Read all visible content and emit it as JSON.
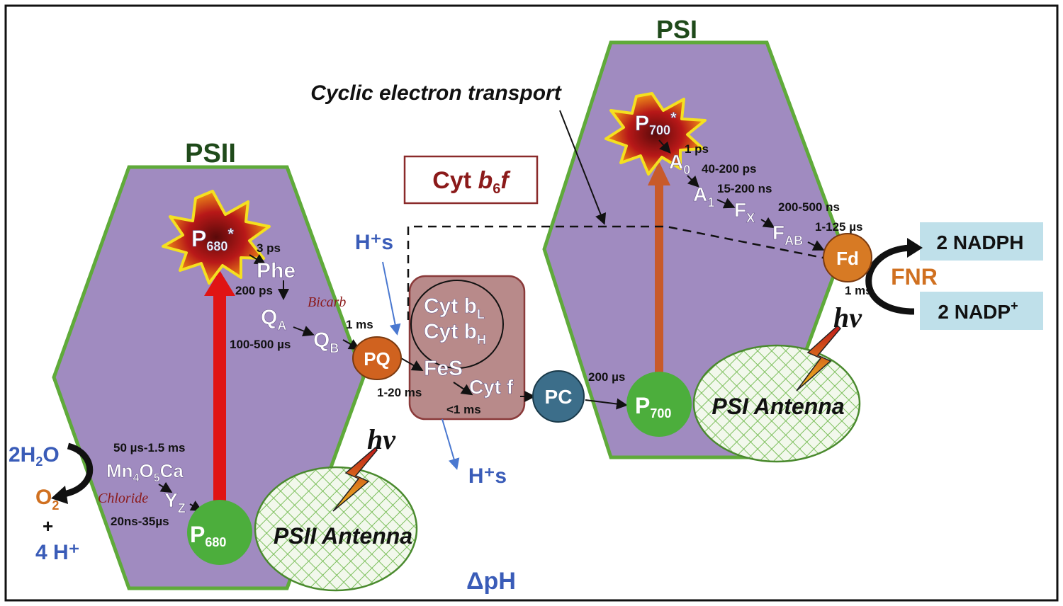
{
  "labels": {
    "psi": "PSI",
    "psii": "PSII",
    "cyclic": "Cyclic electron transport",
    "cytb6f_main": "Cyt ",
    "cytb6f_b": "b",
    "cytb6f_sub": "6",
    "cytb6f_f": "f",
    "hplus_top": "H⁺s",
    "hplus_bottom": "H⁺s",
    "delta_ph": "ΔpH",
    "nadph": "2 NADPH",
    "nadp_main": "2 NADP",
    "nadp_sup": "+",
    "fnr": "FNR",
    "hv1": "hv",
    "hv2": "hv",
    "psii_antenna": "PSII Antenna",
    "psi_antenna": "PSI Antenna",
    "water": "2H",
    "water_sub": "2",
    "water_o": "O",
    "o2": "O",
    "o2_sub": "2",
    "plus": "+",
    "four_h": "4 H⁺",
    "bicarb": "Bicarb",
    "chloride": "Chloride"
  },
  "components": {
    "p680_star": "P",
    "p680_star_sub": "680",
    "p680_star_sup": "*",
    "phe": "Phe",
    "qa": "Q",
    "qa_sub": "A",
    "qb": "Q",
    "qb_sub": "B",
    "pq": "PQ",
    "cyt_bl": "Cyt b",
    "cyt_bl_sub": "L",
    "cyt_bh": "Cyt b",
    "cyt_bh_sub": "H",
    "fes": "FeS",
    "cyt_f": "Cyt f",
    "pc": "PC",
    "p700": "P",
    "p700_sub": "700",
    "p700_star": "P",
    "p700_star_sub": "700",
    "p700_star_sup": "*",
    "a0": "A",
    "a0_sub": "0",
    "a1": "A",
    "a1_sub": "1",
    "fx": "F",
    "fx_sub": "X",
    "fab": "F",
    "fab_sub": "AB",
    "fd": "Fd",
    "p680": "P",
    "p680_sub": "680",
    "mn": "Mn",
    "mn_sub1": "4",
    "mn_o": "O",
    "mn_sub2": "5",
    "mn_ca": "Ca",
    "yz": "Y",
    "yz_sub": "Z"
  },
  "times": {
    "t_3ps": "3 ps",
    "t_200ps": "200 ps",
    "t_100_500us": "100-500 µs",
    "t_1ms_pq": "1 ms",
    "t_1_20ms": "1-20 ms",
    "t_lt1ms": "<1 ms",
    "t_200us": "200 µs",
    "t_1ps": "1 ps",
    "t_40_200ps": "40-200 ps",
    "t_15_200ns": "15-200 ns",
    "t_200_500ns": "200-500 ns",
    "t_1_125us": "1-125 µs",
    "t_1ms_fnr": "1 ms",
    "t_50us_15ms": "50 µs-1.5 ms",
    "t_20ns_35us": "20ns-35µs"
  },
  "colors": {
    "membrane_fill": "#a08bc0",
    "membrane_stroke": "#5faa3a",
    "green_circle": "#4cae3c",
    "pq_orange": "#d0621f",
    "fd_orange": "#d77a24",
    "pc_blue": "#3c6e8a",
    "cyt_box": "#b88a8a",
    "nadph_box": "#bfe0ea",
    "dark_red": "#8b1a1a",
    "blue_text": "#3a5cb8",
    "orange_text": "#d07020"
  }
}
